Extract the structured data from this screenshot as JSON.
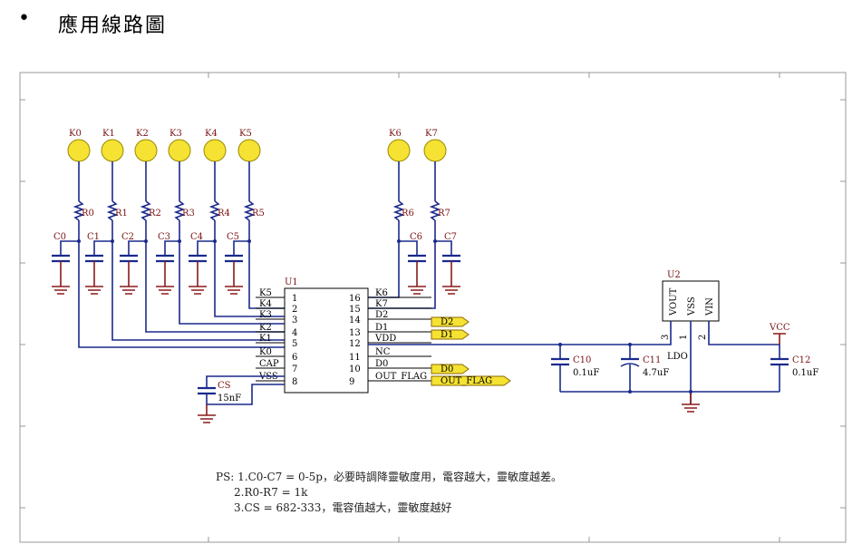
{
  "heading": {
    "bullet": "•",
    "text": "應用線路圖"
  },
  "keys": [
    "K0",
    "K1",
    "K2",
    "K3",
    "K4",
    "K5",
    "K6",
    "K7"
  ],
  "resistors": [
    "R0",
    "R1",
    "R2",
    "R3",
    "R4",
    "R5",
    "R6",
    "R7"
  ],
  "key_caps": [
    "C0",
    "C1",
    "C2",
    "C3",
    "C4",
    "C5",
    "C6",
    "C7"
  ],
  "u1": {
    "ref": "U1",
    "left_pins": [
      {
        "name": "K5",
        "num": "1"
      },
      {
        "name": "K4",
        "num": "2"
      },
      {
        "name": "K3",
        "num": "3"
      },
      {
        "name": "K2",
        "num": "4"
      },
      {
        "name": "K1",
        "num": "5"
      },
      {
        "name": "K0",
        "num": "6"
      },
      {
        "name": "CAP",
        "num": "7"
      },
      {
        "name": "VSS",
        "num": "8"
      }
    ],
    "right_pins": [
      {
        "name": "K6",
        "num": "16"
      },
      {
        "name": "K7",
        "num": "15"
      },
      {
        "name": "D2",
        "num": "14"
      },
      {
        "name": "D1",
        "num": "13"
      },
      {
        "name": "VDD",
        "num": "12"
      },
      {
        "name": "NC",
        "num": "11"
      },
      {
        "name": "D0",
        "num": "10"
      },
      {
        "name": "OUT_FLAG",
        "num": "9"
      }
    ]
  },
  "ports": [
    "D2",
    "D1",
    "D0",
    "OUT_FLAG"
  ],
  "cs": {
    "ref": "CS",
    "value": "15nF"
  },
  "c10": {
    "ref": "C10",
    "value": "0.1uF"
  },
  "c11": {
    "ref": "C11",
    "value": "4.7uF"
  },
  "c12": {
    "ref": "C12",
    "value": "0.1uF"
  },
  "u2": {
    "ref": "U2",
    "pins": [
      "VOUT",
      "VSS",
      "VIN"
    ],
    "pin_nums": [
      "3",
      "1",
      "2"
    ],
    "label": "LDO"
  },
  "vcc": "VCC",
  "notes": [
    "PS: 1.C0-C7 = 0-5p，必要時調降靈敏度用，電容越大，靈敏度越差。",
    "2.R0-R7 = 1k",
    "3.CS = 682-333，電容值越大，靈敏度越好"
  ],
  "colors": {
    "wire": "#1a2a8c",
    "ground": "#8b1a1a",
    "key_pad": "#f5e233",
    "port": "#f5e233",
    "frame": "#999999"
  }
}
